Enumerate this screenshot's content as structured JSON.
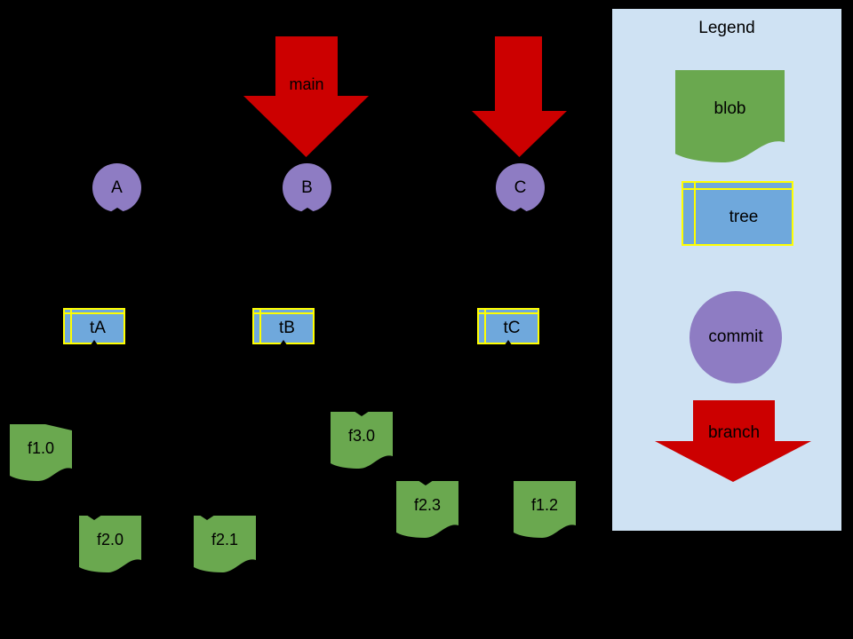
{
  "canvas": {
    "background": "#000000"
  },
  "diagram": {
    "branch_pointers": [
      {
        "label": "main",
        "points_to": "B",
        "color": "#cc0000"
      },
      {
        "label": "",
        "points_to": "C",
        "color": "#cc0000"
      }
    ],
    "commits": [
      {
        "label": "A"
      },
      {
        "label": "B"
      },
      {
        "label": "C"
      }
    ],
    "trees": [
      {
        "label": "tA"
      },
      {
        "label": "tB"
      },
      {
        "label": "tC"
      }
    ],
    "blobs": [
      {
        "label": "f1.0"
      },
      {
        "label": "f2.0"
      },
      {
        "label": "f2.1"
      },
      {
        "label": "f3.0"
      },
      {
        "label": "f2.3"
      },
      {
        "label": "f1.2"
      }
    ]
  },
  "legend": {
    "title": "Legend",
    "background": "#cfe2f3",
    "items": [
      {
        "shape": "document",
        "label": "blob",
        "color": "#6aa84f"
      },
      {
        "shape": "table",
        "label": "tree",
        "color": "#6fa8dc",
        "border_color": "#ffff00"
      },
      {
        "shape": "circle",
        "label": "commit",
        "color": "#8e7cc3"
      },
      {
        "shape": "arrow-down",
        "label": "branch",
        "color": "#cc0000"
      }
    ]
  },
  "colors": {
    "blob_green": "#6aa84f",
    "tree_fill": "#6fa8dc",
    "tree_border": "#ffff00",
    "commit_purple": "#8e7cc3",
    "branch_red": "#cc0000",
    "legend_background": "#cfe2f3",
    "text": "#000000",
    "background": "#000000"
  }
}
